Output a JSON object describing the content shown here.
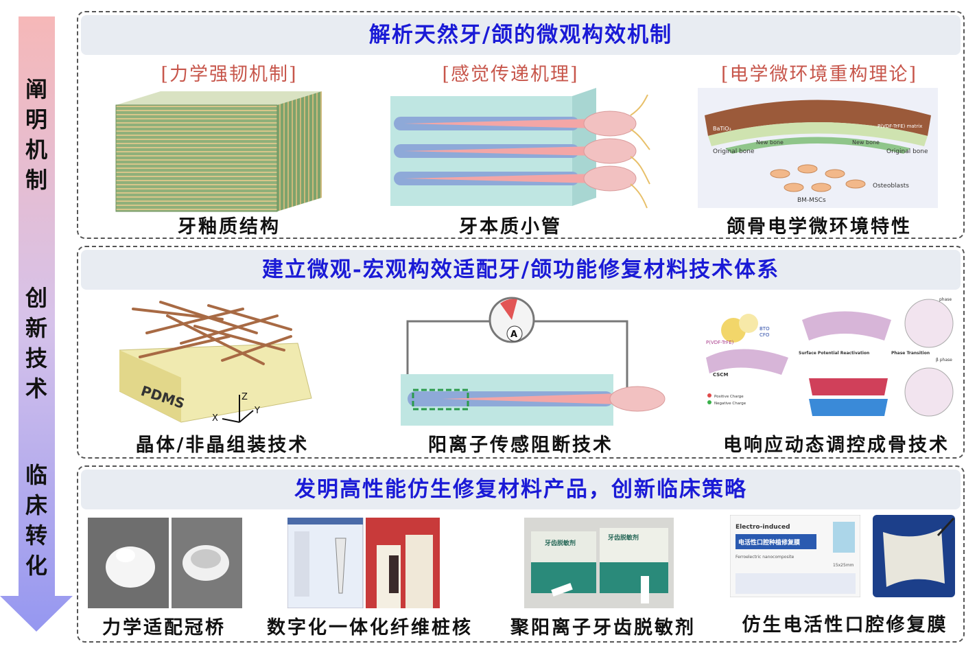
{
  "side": {
    "group1": [
      "阐",
      "明",
      "机",
      "制"
    ],
    "group2": [
      "创",
      "新",
      "技",
      "术"
    ],
    "group3": [
      "临",
      "床",
      "转",
      "化"
    ]
  },
  "panel1": {
    "title": "解析天然牙/颌的微观构效机制",
    "items": [
      {
        "subtitle": "[力学强韧机制]",
        "caption": "牙釉质结构"
      },
      {
        "subtitle": "[感觉传递机理]",
        "caption": "牙本质小管"
      },
      {
        "subtitle": "[电学微环境重构理论]",
        "caption": "颌骨电学微环境特性"
      }
    ],
    "diagram_labels": {
      "batio3": "BaTiO₃",
      "matrix": "P(VDF-TrFE) matrix",
      "original_bone": "Original bone",
      "new_bone": "New bone",
      "osteoblasts": "Osteoblasts",
      "bm_mscs": "BM-MSCs"
    }
  },
  "panel2": {
    "title": "建立微观-宏观构效适配牙/颌功能修复材料技术体系",
    "items": [
      {
        "caption": "晶体/非晶组装技术"
      },
      {
        "caption": "阳离子传感阻断技术"
      },
      {
        "caption": "电响应动态调控成骨技术"
      }
    ],
    "diagram_labels": {
      "pdms": "PDMS",
      "axis_x": "X",
      "axis_y": "Y",
      "axis_z": "Z",
      "ammeter": "A",
      "bto": "BTO",
      "cfo": "CFO",
      "pvdf": "P(VDF-TrFE)",
      "cscm": "CSCM",
      "surface_potential": "Surface Potential Reactivation",
      "phase_transition": "Phase Transition",
      "phase": "phase",
      "beta_phase": "β phase",
      "positive_charge": "Positive Charge",
      "negative_charge": "Negative Charge"
    }
  },
  "panel3": {
    "title": "发明高性能仿生修复材料产品，创新临床策略",
    "items": [
      {
        "caption": "力学适配冠桥"
      },
      {
        "caption": "数字化一体化纤维桩核"
      },
      {
        "caption": "聚阳离子牙齿脱敏剂"
      },
      {
        "caption": "仿生电活性口腔修复膜"
      }
    ],
    "product_labels": {
      "box_brand": "牙齿脱敏剂",
      "membrane_en": "Electro-induced",
      "membrane_cn": "电活性口腔种植修复膜",
      "membrane_sub": "Ferroelectric nanocomposite",
      "membrane_size": "15x25mm"
    }
  },
  "colors": {
    "title_blue": "#1a1ad6",
    "subtitle_red": "#c7564b",
    "arrow_top": "#f4b6b6",
    "arrow_bottom": "#9a9cf2"
  }
}
